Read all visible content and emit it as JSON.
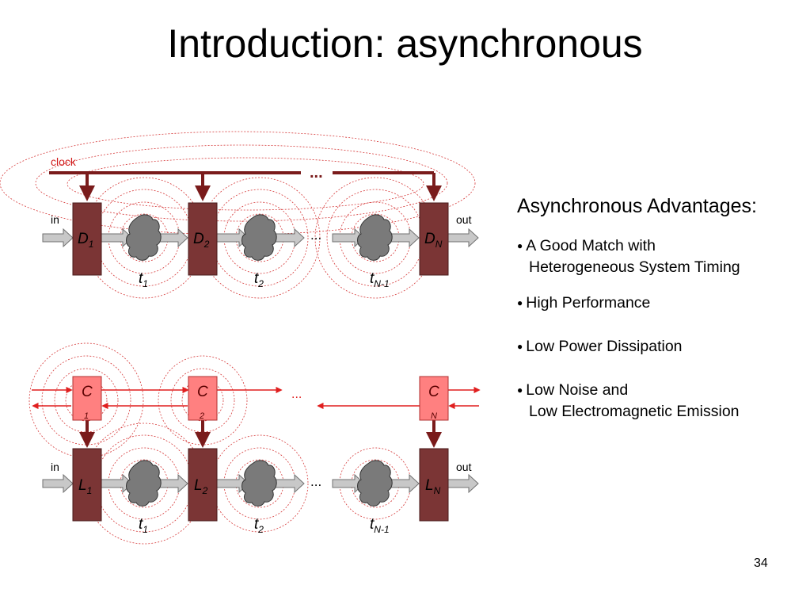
{
  "slide": {
    "title": "Introduction: asynchronous",
    "page_number": "34"
  },
  "advantages": {
    "heading": "Asynchronous Advantages:",
    "items": [
      {
        "line1": "A Good Match with",
        "line2": "Heterogeneous System Timing"
      },
      {
        "line1": "High Performance",
        "line2": ""
      },
      {
        "line1": "Low Power Dissipation",
        "line2": ""
      },
      {
        "line1": "Low Noise and",
        "line2": "Low Electromagnetic Emission"
      }
    ]
  },
  "sync_diagram": {
    "clock_label": "clock",
    "clock_ellipsis": "...",
    "pipeline_ellipsis": "...",
    "in_label": "in",
    "out_label": "out",
    "registers": [
      {
        "letter": "D",
        "sub": "1"
      },
      {
        "letter": "D",
        "sub": "2"
      },
      {
        "letter": "D",
        "sub": "N"
      }
    ],
    "delays": [
      {
        "letter": "t",
        "sub": "1"
      },
      {
        "letter": "t",
        "sub": "2"
      },
      {
        "letter": "t",
        "sub": "N-1"
      }
    ]
  },
  "async_diagram": {
    "handshake_ellipsis": "...",
    "pipeline_ellipsis": "...",
    "in_label": "in",
    "out_label": "out",
    "controllers": [
      {
        "letter": "C",
        "sub": "1"
      },
      {
        "letter": "C",
        "sub": "2"
      },
      {
        "letter": "C",
        "sub": "N"
      }
    ],
    "latches": [
      {
        "letter": "L",
        "sub": "1"
      },
      {
        "letter": "L",
        "sub": "2"
      },
      {
        "letter": "L",
        "sub": "N"
      }
    ],
    "delays": [
      {
        "letter": "t",
        "sub": "1"
      },
      {
        "letter": "t",
        "sub": "2"
      },
      {
        "letter": "t",
        "sub": "N-1"
      }
    ]
  },
  "colors": {
    "register_fill": "#7b3535",
    "wire": "#7a1b1b",
    "controller_fill": "#ff8080",
    "handshake": "#e01f1f",
    "emission_ring": "#d63a3a",
    "cloud_fill": "#7a7a7a",
    "arrow_fill": "#c8c8c8"
  }
}
